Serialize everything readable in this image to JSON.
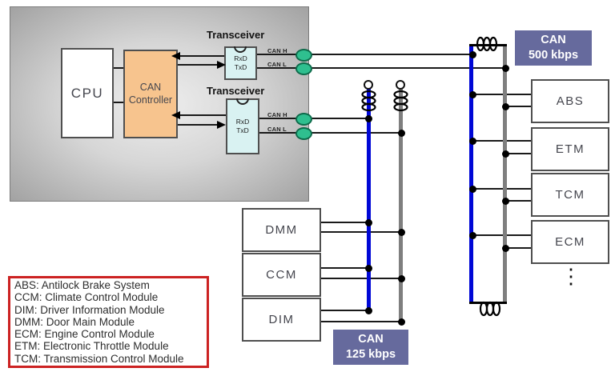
{
  "ecu": {
    "cpu_label": "CPU",
    "controller_label": "CAN Controller",
    "transceiver1": {
      "title": "Transceiver",
      "pins": "RxD\nTxD",
      "can_h_label": "CAN H",
      "can_l_label": "CAN L"
    },
    "transceiver2": {
      "title": "Transceiver",
      "pins": "RxD\nTxD",
      "can_h_label": "CAN H",
      "can_l_label": "CAN L"
    }
  },
  "bus_500": {
    "speed_label": "CAN\n500 kbps",
    "modules": [
      "ABS",
      "ETM",
      "TCM",
      "ECM"
    ],
    "more_modules_ellipsis": "⋮"
  },
  "bus_125": {
    "speed_label": "CAN\n125 kbps",
    "modules": [
      "DMM",
      "CCM",
      "DIM"
    ]
  },
  "legend": {
    "items": [
      "ABS: Antilock Brake System",
      "CCM: Climate Control Module",
      "DIM: Driver Information Module",
      "DMM: Door Main Module",
      "ECM: Engine Control Module",
      "ETM: Electronic Throttle Module",
      "TCM: Transmission Control Module"
    ]
  },
  "colors": {
    "can_high_bus": "#0007d6",
    "can_low_bus": "#7f7f7f",
    "controller_fill": "#f7c48e",
    "transceiver_fill": "#d9f2f2",
    "connector_green": "#2fbf8f",
    "speed_box": "#666a9d",
    "legend_border": "#cc2222"
  }
}
